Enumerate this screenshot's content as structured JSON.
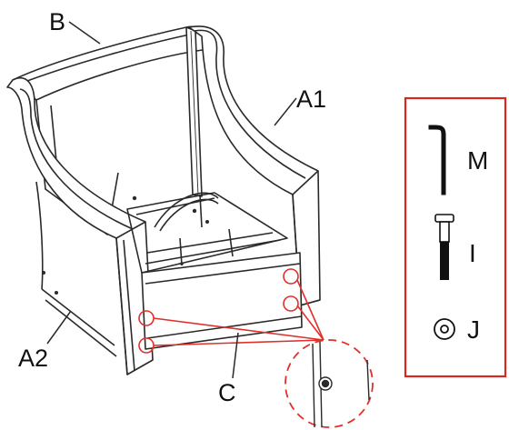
{
  "labels": {
    "back_rest": "B",
    "right_arm": "A1",
    "left_arm": "A2",
    "front_rail": "C"
  },
  "parts_box": {
    "items": [
      {
        "label": "M",
        "icon": "allen-key-icon"
      },
      {
        "label": "I",
        "icon": "bolt-icon"
      },
      {
        "label": "J",
        "icon": "washer-icon"
      }
    ],
    "border_color": "#d6281f"
  },
  "colors": {
    "line": "#2a2a2a",
    "callout": "#e0302a"
  }
}
